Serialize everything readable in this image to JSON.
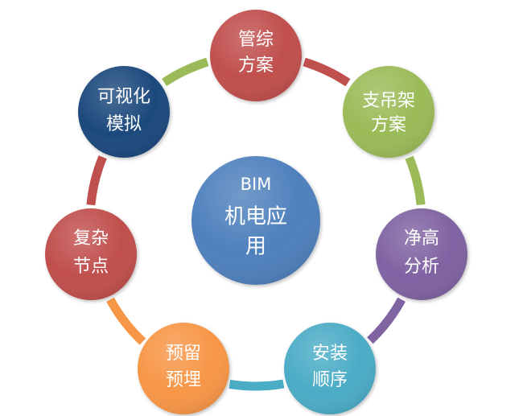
{
  "center": {
    "line1": "BIM",
    "line2": "机电应",
    "line3": "用",
    "color": "#4f81bd"
  },
  "nodes": [
    {
      "id": "pipeline-scheme",
      "line1": "管综",
      "line2": "方案",
      "color": "#c0504d"
    },
    {
      "id": "support-hanger-scheme",
      "line1": "支吊架",
      "line2": "方案",
      "color": "#9bbb59"
    },
    {
      "id": "clear-height-analysis",
      "line1": "净高",
      "line2": "分析",
      "color": "#8064a2"
    },
    {
      "id": "installation-sequence",
      "line1": "安装",
      "line2": "顺序",
      "color": "#4bacc6"
    },
    {
      "id": "reserved-embedding",
      "line1": "预留",
      "line2": "预埋",
      "color": "#f79646"
    },
    {
      "id": "complex-node",
      "line1": "复杂",
      "line2": "节点",
      "color": "#c0504d"
    },
    {
      "id": "visual-simulation",
      "line1": "可视化",
      "line2": "模拟",
      "color": "#1f497d"
    }
  ],
  "arcs": [
    {
      "from": "pipeline-scheme",
      "to": "support-hanger-scheme",
      "color": "#c0504d"
    },
    {
      "from": "support-hanger-scheme",
      "to": "clear-height-analysis",
      "color": "#9bbb59"
    },
    {
      "from": "clear-height-analysis",
      "to": "installation-sequence",
      "color": "#8064a2"
    },
    {
      "from": "installation-sequence",
      "to": "reserved-embedding",
      "color": "#4bacc6"
    },
    {
      "from": "reserved-embedding",
      "to": "complex-node",
      "color": "#f79646"
    },
    {
      "from": "complex-node",
      "to": "visual-simulation",
      "color": "#c0504d"
    },
    {
      "from": "visual-simulation",
      "to": "pipeline-scheme",
      "color": "#9bbb59"
    }
  ]
}
